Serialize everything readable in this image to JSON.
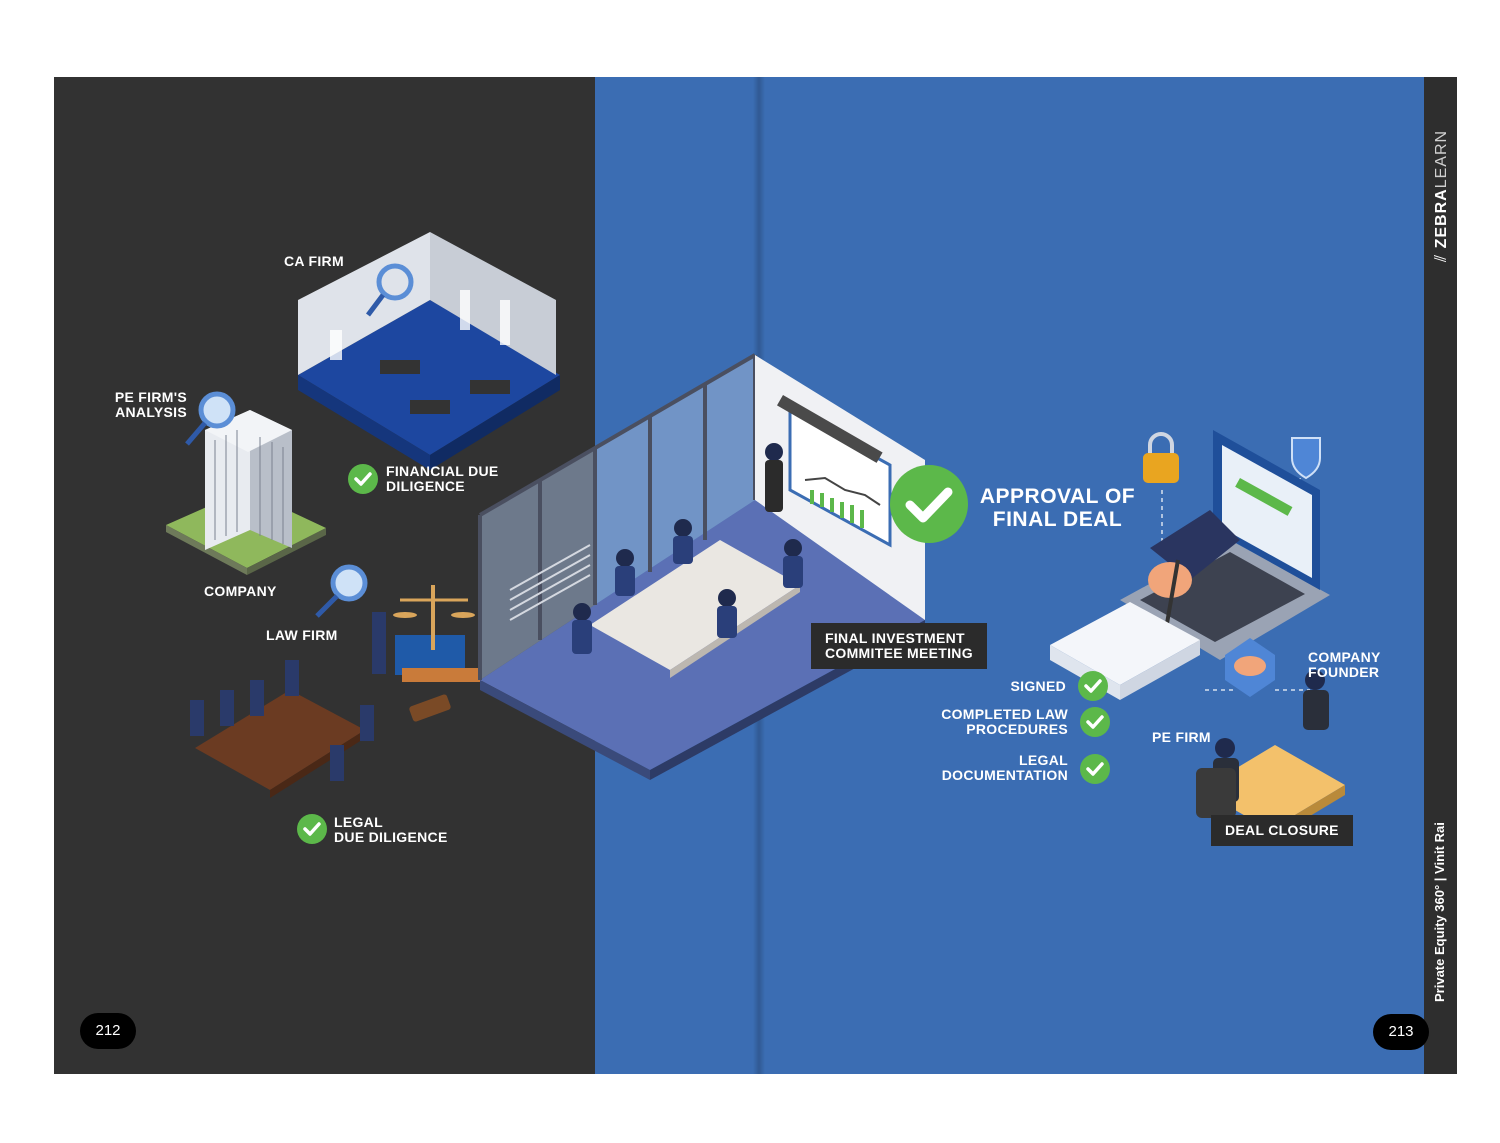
{
  "left_page": {
    "labels": {
      "ca_firm": "CA FIRM",
      "pe_firm_analysis": "PE FIRM'S\nANALYSIS",
      "financial_due_diligence": "FINANCIAL DUE\nDILIGENCE",
      "company": "COMPANY",
      "law_firm": "LAW FIRM",
      "legal_due_diligence": "LEGAL\nDUE DILIGENCE"
    },
    "page_number": "212"
  },
  "right_page": {
    "labels": {
      "final_investment_meeting": "FINAL INVESTMENT\nCOMMITEE MEETING",
      "approval": "APPROVAL OF\nFINAL DEAL",
      "signed": "SIGNED",
      "completed_law": "COMPLETED LAW\nPROCEDURES",
      "legal_documentation": "LEGAL\nDOCUMENTATION",
      "company_founder": "COMPANY\nFOUNDER",
      "pe_firm": "PE FIRM",
      "deal_closure": "DEAL CLOSURE"
    },
    "page_number": "213"
  },
  "sidebar": {
    "brand_bold": "ZEBRA",
    "brand_light": "LEARN",
    "footer": "Private Equity 360°  |  Vinit Rai"
  },
  "colors": {
    "left_bg": "#323232",
    "right_bg": "#3b6db3",
    "check_green": "#5cb84a"
  }
}
